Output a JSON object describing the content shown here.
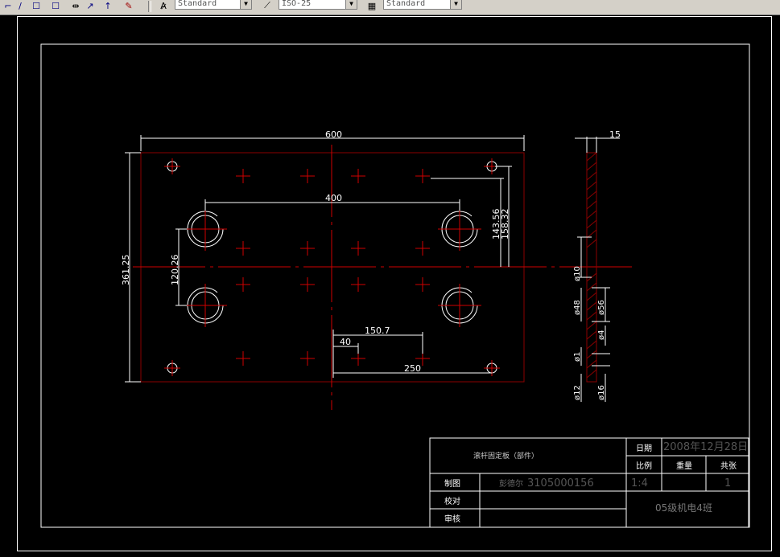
{
  "toolbar": {
    "text_style": "Standard",
    "dim_style": "ISO-25",
    "table_style": "Standard"
  },
  "drawing": {
    "dims": {
      "width_total": "600",
      "holes_span": "400",
      "height_total": "361.25",
      "hole_pair_gap": "120.26",
      "right_offset_1": "143.56",
      "right_offset_2": "158.32",
      "pos_150": "150.7",
      "pos_40": "40",
      "pos_250": "250",
      "thickness": "15"
    },
    "side_view_dims": {
      "d10": "ø10",
      "d48": "ø48",
      "d56": "ø56",
      "d4": "ø4",
      "d1": "ø1",
      "d12": "ø12",
      "d16": "ø16"
    }
  },
  "title_block": {
    "part_name": "滚杆固定板（部件）",
    "date_label": "日期",
    "date_value": "2008年12月28日",
    "scale_label": "比例",
    "weight_label": "重量",
    "total_label": "共张",
    "scale_value": "1:4",
    "sheet_value": "1",
    "drawn_label": "制图",
    "drawer_name": "彭德尔",
    "student_no": "3105000156",
    "check_label": "校对",
    "review_label": "审核",
    "class_name": "05级机电4班"
  }
}
